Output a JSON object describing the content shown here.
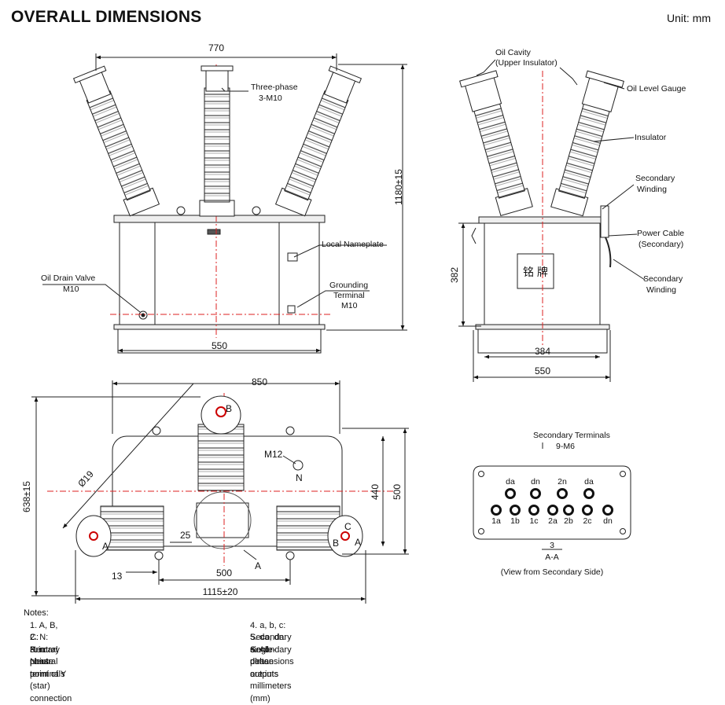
{
  "title": "OVERALL DIMENSIONS",
  "unit": "Unit: mm",
  "front_view": {
    "dim_770": "770",
    "dim_height": "1180±15",
    "dim_550": "550",
    "label_three_phase": "Three-phase",
    "label_3m10": "3-M10",
    "label_local_nameplate": "Local Nameplate",
    "label_oil_drain_valve": "Oil Drain Valve",
    "label_oil_drain_m10": "M10",
    "label_grounding": "Grounding",
    "label_terminal": "Terminal",
    "label_grounding_m10": "M10"
  },
  "side_view": {
    "label_oil_cavity": "Oil Cavity",
    "label_upper_insulator": "(Upper Insulator)",
    "label_oil_level_gauge": "Oil Level Gauge",
    "label_insulator": "Insulator",
    "label_secondary_winding_1a": "Secondary",
    "label_secondary_winding_1b": "Winding",
    "label_power_cable_a": "Power Cable",
    "label_power_cable_b": "(Secondary)",
    "label_secondary_winding_2a": "Secondary",
    "label_secondary_winding_2b": "Winding",
    "nameplate_text": "铭 牌",
    "dim_382": "382",
    "dim_384": "384",
    "dim_550": "550"
  },
  "top_view": {
    "dim_850": "850",
    "dim_638": "638±15",
    "dim_phi19": "Ø19",
    "dim_440": "440",
    "dim_500_v": "500",
    "dim_25": "25",
    "dim_13": "13",
    "dim_500_h": "500",
    "dim_1115": "1115±20",
    "label_m12": "M12",
    "label_n": "N",
    "label_a_section": "A",
    "terminal_b": "B",
    "terminal_a_left": "A",
    "terminal_c": "C",
    "terminal_b_right": "B",
    "terminal_a_right": "A"
  },
  "secondary_terminals": {
    "title": "Secondary Terminals",
    "count_label": "9-M6",
    "top_labels": [
      "da",
      "dn",
      "2n",
      "da"
    ],
    "bottom_labels": [
      "1a",
      "1b",
      "1c",
      "2a",
      "2b",
      "2c",
      "dn"
    ],
    "section_num": "3",
    "section_name": "A-A",
    "caption": "(View from Secondary Side)"
  },
  "notes": {
    "heading": "Notes:",
    "items": [
      "1.  A, B, C: Primary phase terminals",
      "2.  N: Neutral point",
      "3.  n: Neutral point of Y (star) connection",
      "4.  a, b, c: Secondary single-phase outputs",
      "5.  da, dn: Secondary delta outputs",
      "6.  All dimensions are in millimeters (mm)"
    ]
  }
}
